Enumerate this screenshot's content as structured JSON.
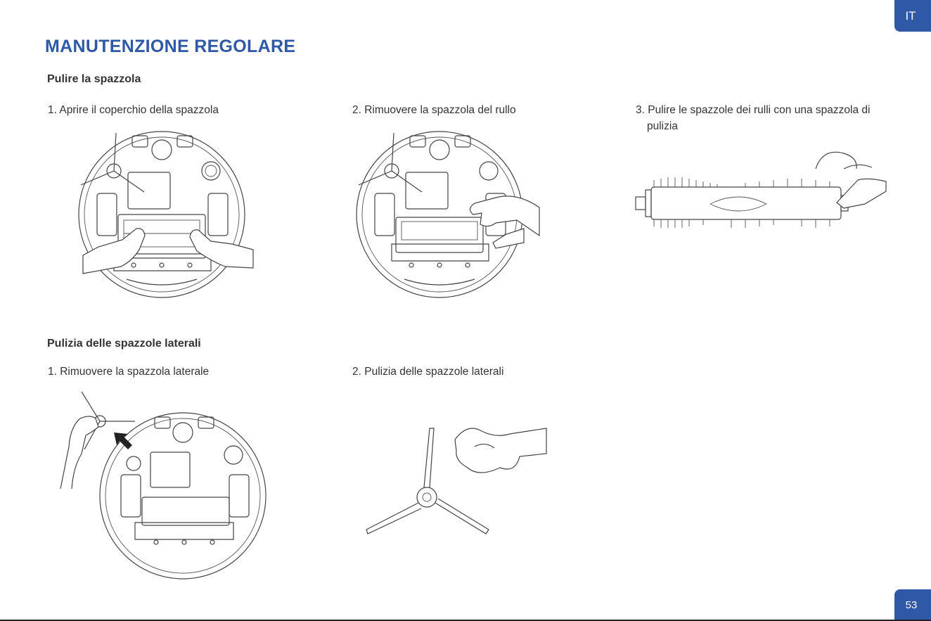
{
  "header": {
    "language_tab": "IT",
    "title": "MANUTENZIONE REGOLARE"
  },
  "sections": [
    {
      "heading": "Pulire la spazzola",
      "steps": [
        "1. Aprire il coperchio della spazzola",
        "2. Rimuovere la spazzola del rullo",
        "3. Pulire le spazzole dei rulli con una spazzola di",
        "pulizia"
      ]
    },
    {
      "heading": "Pulizia delle spazzole laterali",
      "steps": [
        "1. Rimuovere la spazzola laterale",
        "2. Pulizia delle spazzole laterali"
      ]
    }
  ],
  "footer": {
    "page_number": "53"
  },
  "colors": {
    "accent": "#2f58a6",
    "text": "#333333"
  },
  "illustrations": [
    "robot-bottom-open-cover-illustration",
    "robot-bottom-remove-roller-illustration",
    "roller-brush-cleaning-illustration",
    "robot-bottom-remove-side-brush-illustration",
    "side-brush-cleaning-illustration"
  ]
}
